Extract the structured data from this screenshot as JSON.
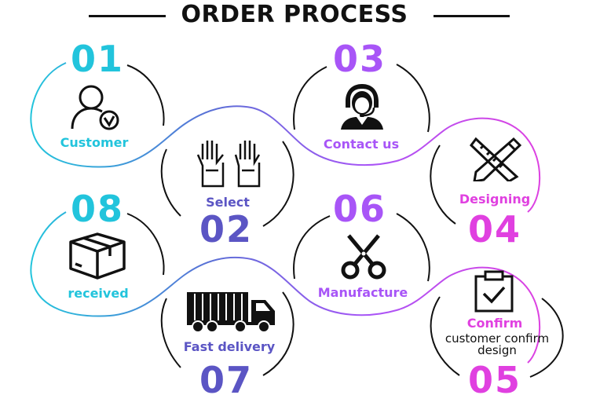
{
  "title": "ORDER PROCESS",
  "colors": {
    "cyan": "#22c4dc",
    "purple": "#a855f7",
    "magenta": "#e040e0",
    "indigo": "#5b55c4"
  },
  "steps": [
    {
      "number": "01",
      "label": "Customer",
      "icon": "user-check-icon"
    },
    {
      "number": "02",
      "label": "Select",
      "icon": "gloves-icon"
    },
    {
      "number": "03",
      "label": "Contact us",
      "icon": "headset-agent-icon"
    },
    {
      "number": "04",
      "label": "Designing",
      "icon": "ruler-pencil-icon"
    },
    {
      "number": "05",
      "label": "Confirm",
      "note": "customer confirm design",
      "icon": "clipboard-check-icon"
    },
    {
      "number": "06",
      "label": "Manufacture",
      "icon": "scissors-icon"
    },
    {
      "number": "07",
      "label": "Fast delivery",
      "icon": "truck-icon"
    },
    {
      "number": "08",
      "label": "received",
      "icon": "box-icon"
    }
  ]
}
